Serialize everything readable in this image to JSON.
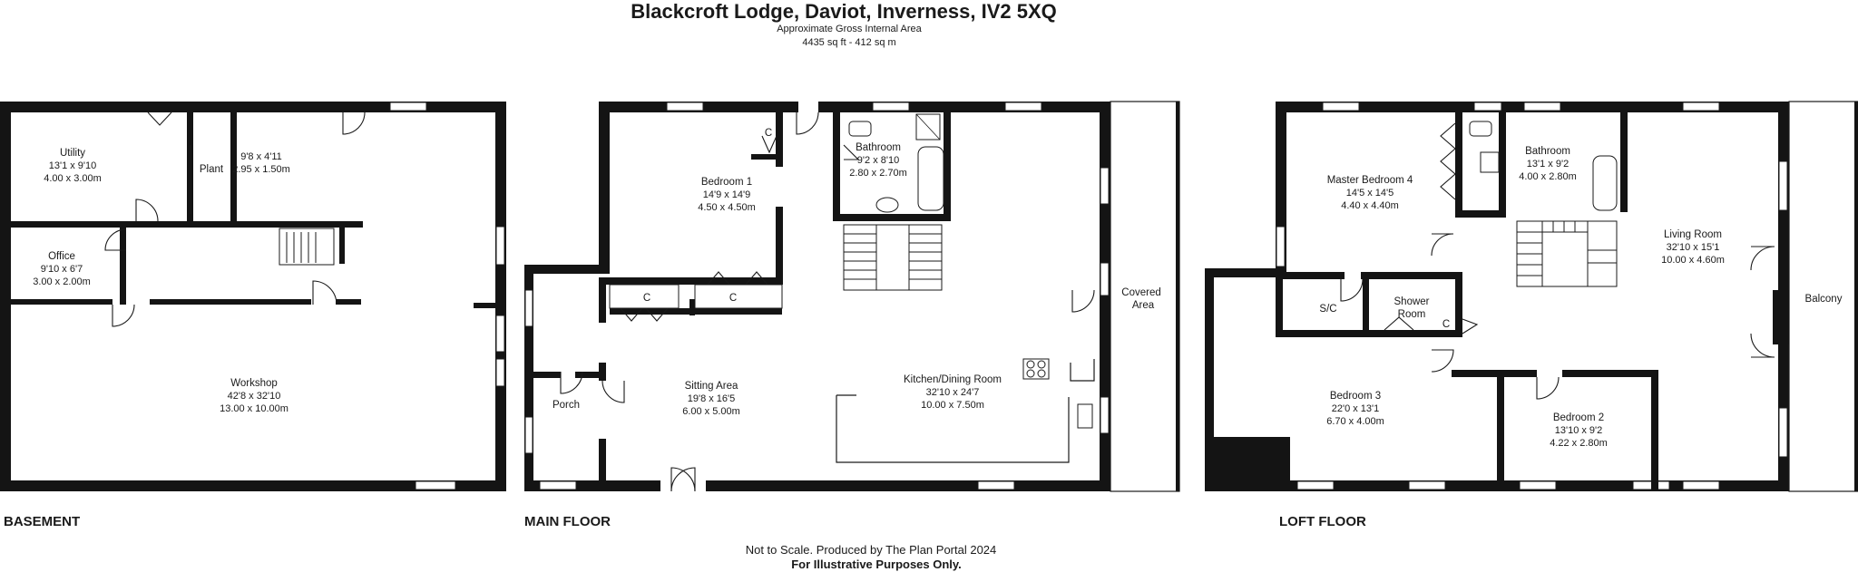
{
  "header": {
    "title": "Blackcroft Lodge, Daviot, Inverness, IV2 5XQ",
    "subtitle": "Approximate Gross Internal Area",
    "area": "4435 sq ft - 412 sq m"
  },
  "floors": {
    "basement": {
      "label": "BASEMENT",
      "rooms": {
        "utility": {
          "name": "Utility",
          "imperial": "13'1 x 9'10",
          "metric": "4.00 x 3.00m"
        },
        "plant": {
          "name": "Plant"
        },
        "store": {
          "imperial": "9'8 x 4'11",
          "metric": "2.95 x 1.50m"
        },
        "office": {
          "name": "Office",
          "imperial": "9'10 x 6'7",
          "metric": "3.00 x 2.00m"
        },
        "workshop": {
          "name": "Workshop",
          "imperial": "42'8 x 32'10",
          "metric": "13.00 x 10.00m"
        }
      }
    },
    "main": {
      "label": "MAIN FLOOR",
      "cupboard": "C",
      "rooms": {
        "bedroom1": {
          "name": "Bedroom 1",
          "imperial": "14'9 x 14'9",
          "metric": "4.50 x 4.50m"
        },
        "bathroom": {
          "name": "Bathroom",
          "imperial": "9'2 x 8'10",
          "metric": "2.80 x 2.70m"
        },
        "covered": {
          "line1": "Covered",
          "line2": "Area"
        },
        "porch": {
          "name": "Porch"
        },
        "sitting": {
          "name": "Sitting Area",
          "imperial": "19'8 x 16'5",
          "metric": "6.00 x 5.00m"
        },
        "kitchen": {
          "name": "Kitchen/Dining Room",
          "imperial": "32'10 x 24'7",
          "metric": "10.00 x 7.50m"
        }
      }
    },
    "loft": {
      "label": "LOFT FLOOR",
      "cupboard": "C",
      "rooms": {
        "master": {
          "name": "Master Bedroom 4",
          "imperial": "14'5 x 14'5",
          "metric": "4.40 x 4.40m"
        },
        "bathroom": {
          "name": "Bathroom",
          "imperial": "13'1 x 9'2",
          "metric": "4.00 x 2.80m"
        },
        "living": {
          "name": "Living Room",
          "imperial": "32'10 x 15'1",
          "metric": "10.00 x 4.60m"
        },
        "sc": {
          "name": "S/C"
        },
        "shower": {
          "line1": "Shower",
          "line2": "Room"
        },
        "balcony": {
          "name": "Balcony"
        },
        "bedroom3": {
          "name": "Bedroom 3",
          "imperial": "22'0 x 13'1",
          "metric": "6.70 x 4.00m"
        },
        "bedroom2": {
          "name": "Bedroom 2",
          "imperial": "13'10 x 9'2",
          "metric": "4.22 x 2.80m"
        }
      }
    }
  },
  "footer": {
    "line1": "Not to Scale. Produced by The Plan Portal 2024",
    "line2": "For Illustrative Purposes Only."
  }
}
